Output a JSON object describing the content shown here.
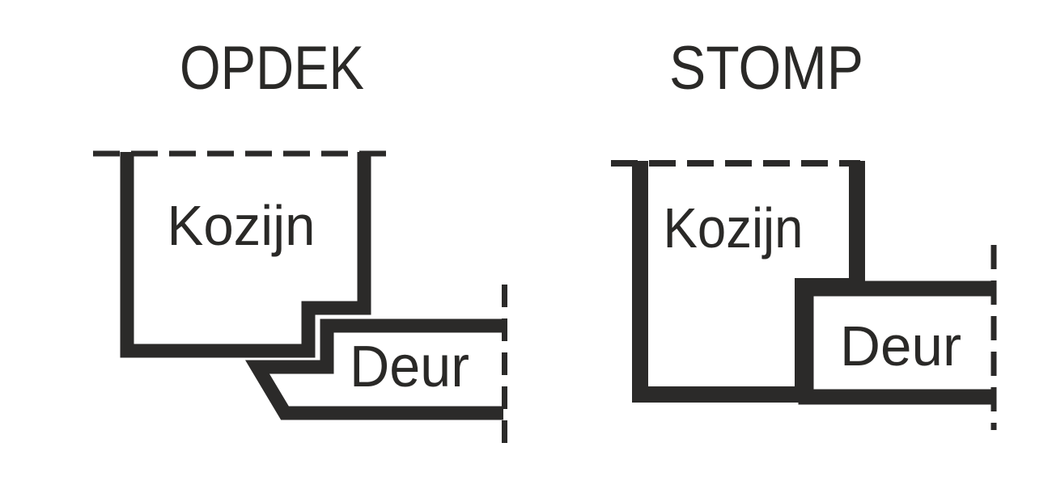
{
  "colors": {
    "line": "#2b2a29",
    "text": "#2a2927",
    "background": "#ffffff"
  },
  "diagrams": [
    {
      "id": "opdek",
      "title": "OPDEK",
      "frame_label": "Kozijn",
      "door_label": "Deur"
    },
    {
      "id": "stomp",
      "title": "STOMP",
      "frame_label": "Kozijn",
      "door_label": "Deur"
    }
  ]
}
